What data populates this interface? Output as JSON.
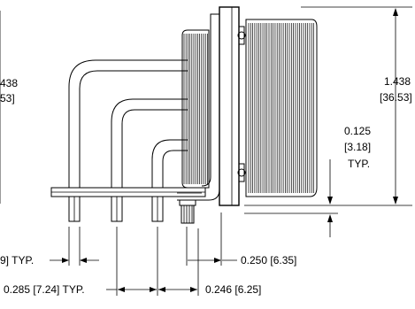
{
  "dimensions": {
    "left_height_in": "438",
    "left_height_mm": "53]",
    "right_height_in": "1.438",
    "right_height_mm": "[36.53]",
    "gap_in": "0.125",
    "gap_mm": "[3.18]",
    "gap_typ": "TYP.",
    "pin_dia": "9] TYP.",
    "edge_dim": "0.250 [6.35]",
    "pitch_dim": "0.285 [7.24] TYP.",
    "last_dim": "0.246 [6.25]"
  }
}
